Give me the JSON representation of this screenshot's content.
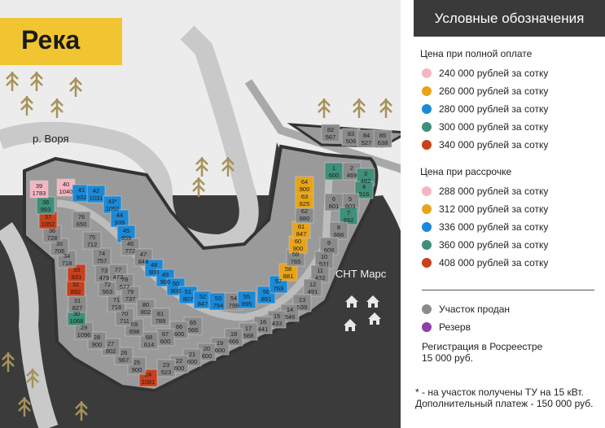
{
  "title": "Река",
  "river_label": "р. Воря",
  "snt_label": "СНТ Марс",
  "legend": {
    "header": "Условные обозначения",
    "full_payment_title": "Цена при полной оплате",
    "full_payment": [
      {
        "label": "240 000 рублей за сотку",
        "color": "#f4b6c2"
      },
      {
        "label": "260 000 рублей за сотку",
        "color": "#e8a418"
      },
      {
        "label": "280 000 рублей за сотку",
        "color": "#1a8ad8"
      },
      {
        "label": "300 000 рублей за сотку",
        "color": "#3f8f7a"
      },
      {
        "label": "340 000 рублей за сотку",
        "color": "#c8401c"
      }
    ],
    "installment_title": "Цена при рассрочке",
    "installment": [
      {
        "label": "288 000 рублей за сотку",
        "color": "#f4b6c2"
      },
      {
        "label": "312 000 рублей за сотку",
        "color": "#e8a418"
      },
      {
        "label": "336 000 рублей за сотку",
        "color": "#1a8ad8"
      },
      {
        "label": "360 000 рублей за сотку",
        "color": "#3f8f7a"
      },
      {
        "label": "408 000 рублей за сотку",
        "color": "#c8401c"
      }
    ],
    "sold": {
      "label": "Участок продан",
      "color": "#8a8a8a"
    },
    "reserve": {
      "label": "Резерв",
      "color": "#8e3fa8"
    },
    "registration_line1": "Регистрация в Росреестре",
    "registration_line2": "15 000 руб.",
    "footnote_line1": "* - на участок получены ТУ на 15 кВт.",
    "footnote_line2": "Дополнительный платеж - 150 000 руб."
  },
  "status_colors": {
    "pink": "#f4b6c2",
    "orange": "#e8a418",
    "blue": "#1a8ad8",
    "teal": "#3f8f7a",
    "red": "#c8401c",
    "sold": "#8a8a8a"
  },
  "plots": [
    {
      "n": "1",
      "area": "600",
      "s": "teal"
    },
    {
      "n": "2",
      "area": "469",
      "s": "sold"
    },
    {
      "n": "3",
      "area": "482",
      "s": "teal"
    },
    {
      "n": "4",
      "area": "516",
      "s": "teal"
    },
    {
      "n": "5",
      "area": "603",
      "s": "sold"
    },
    {
      "n": "6",
      "area": "601",
      "s": "sold"
    },
    {
      "n": "7",
      "area": "692",
      "s": "teal"
    },
    {
      "n": "8",
      "area": "686",
      "s": "sold"
    },
    {
      "n": "9",
      "area": "608",
      "s": "sold"
    },
    {
      "n": "10",
      "area": "531",
      "s": "sold"
    },
    {
      "n": "11",
      "area": "432",
      "s": "sold"
    },
    {
      "n": "12",
      "area": "491",
      "s": "sold"
    },
    {
      "n": "13",
      "area": "539",
      "s": "sold"
    },
    {
      "n": "14",
      "area": "546",
      "s": "sold"
    },
    {
      "n": "15",
      "area": "433",
      "s": "sold"
    },
    {
      "n": "16",
      "area": "441",
      "s": "sold"
    },
    {
      "n": "17",
      "area": "588",
      "s": "sold"
    },
    {
      "n": "18",
      "area": "666",
      "s": "sold"
    },
    {
      "n": "19",
      "area": "600",
      "s": "sold"
    },
    {
      "n": "20",
      "area": "600",
      "s": "sold"
    },
    {
      "n": "21",
      "area": "600",
      "s": "sold"
    },
    {
      "n": "22",
      "area": "600",
      "s": "sold"
    },
    {
      "n": "23",
      "area": "523",
      "s": "sold"
    },
    {
      "n": "24",
      "area": "1081",
      "s": "red"
    },
    {
      "n": "25",
      "area": "900",
      "s": "sold"
    },
    {
      "n": "26",
      "area": "967",
      "s": "sold"
    },
    {
      "n": "27",
      "area": "902",
      "s": "sold"
    },
    {
      "n": "28",
      "area": "900",
      "s": "sold"
    },
    {
      "n": "29",
      "area": "1096",
      "s": "sold"
    },
    {
      "n": "30",
      "area": "1068",
      "s": "teal"
    },
    {
      "n": "31",
      "area": "827",
      "s": "sold"
    },
    {
      "n": "32",
      "area": "892",
      "s": "red"
    },
    {
      "n": "33",
      "area": "831",
      "s": "red"
    },
    {
      "n": "34",
      "area": "718",
      "s": "sold"
    },
    {
      "n": "35",
      "area": "706",
      "s": "sold"
    },
    {
      "n": "36",
      "area": "728",
      "s": "sold"
    },
    {
      "n": "37",
      "area": "1052",
      "s": "red"
    },
    {
      "n": "38",
      "area": "993",
      "s": "teal"
    },
    {
      "n": "39",
      "area": "1783",
      "s": "pink"
    },
    {
      "n": "40",
      "area": "1040",
      "s": "pink"
    },
    {
      "n": "41",
      "area": "932",
      "s": "blue"
    },
    {
      "n": "42",
      "area": "1031",
      "s": "blue"
    },
    {
      "n": "43*",
      "area": "1052",
      "s": "blue"
    },
    {
      "n": "44",
      "area": "939",
      "s": "blue"
    },
    {
      "n": "45",
      "area": "859",
      "s": "blue"
    },
    {
      "n": "46",
      "area": "772",
      "s": "sold"
    },
    {
      "n": "47",
      "area": "848",
      "s": "sold"
    },
    {
      "n": "48",
      "area": "900",
      "s": "blue"
    },
    {
      "n": "49",
      "area": "900",
      "s": "blue"
    },
    {
      "n": "50",
      "area": "806",
      "s": "blue"
    },
    {
      "n": "51",
      "area": "807",
      "s": "blue"
    },
    {
      "n": "52",
      "area": "847",
      "s": "blue"
    },
    {
      "n": "53",
      "area": "794",
      "s": "blue"
    },
    {
      "n": "54",
      "area": "798",
      "s": "sold"
    },
    {
      "n": "55",
      "area": "895",
      "s": "blue"
    },
    {
      "n": "56",
      "area": "891",
      "s": "blue"
    },
    {
      "n": "57",
      "area": "769",
      "s": "blue"
    },
    {
      "n": "58",
      "area": "881",
      "s": "orange"
    },
    {
      "n": "59",
      "area": "765",
      "s": "sold"
    },
    {
      "n": "60",
      "area": "900",
      "s": "orange"
    },
    {
      "n": "61",
      "area": "847",
      "s": "orange"
    },
    {
      "n": "62",
      "area": "880",
      "s": "sold"
    },
    {
      "n": "63",
      "area": "825",
      "s": "orange"
    },
    {
      "n": "64",
      "area": "900",
      "s": "orange"
    },
    {
      "n": "65",
      "area": "566",
      "s": "sold"
    },
    {
      "n": "66",
      "area": "600",
      "s": "sold"
    },
    {
      "n": "67",
      "area": "600",
      "s": "sold"
    },
    {
      "n": "68",
      "area": "614",
      "s": "sold"
    },
    {
      "n": "69",
      "area": "698",
      "s": "sold"
    },
    {
      "n": "70",
      "area": "711",
      "s": "sold"
    },
    {
      "n": "71",
      "area": "716",
      "s": "sold"
    },
    {
      "n": "72",
      "area": "563",
      "s": "sold"
    },
    {
      "n": "73",
      "area": "479",
      "s": "sold"
    },
    {
      "n": "74",
      "area": "757",
      "s": "sold"
    },
    {
      "n": "75",
      "area": "712",
      "s": "sold"
    },
    {
      "n": "76",
      "area": "650",
      "s": "sold"
    },
    {
      "n": "77",
      "area": "472",
      "s": "sold"
    },
    {
      "n": "78",
      "area": "577",
      "s": "sold"
    },
    {
      "n": "79",
      "area": "737",
      "s": "sold"
    },
    {
      "n": "80",
      "area": "802",
      "s": "sold"
    },
    {
      "n": "81",
      "area": "789",
      "s": "sold"
    },
    {
      "n": "82",
      "area": "567",
      "s": "sold"
    },
    {
      "n": "83",
      "area": "506",
      "s": "sold"
    },
    {
      "n": "84",
      "area": "527",
      "s": "sold"
    },
    {
      "n": "85",
      "area": "638",
      "s": "sold"
    }
  ]
}
